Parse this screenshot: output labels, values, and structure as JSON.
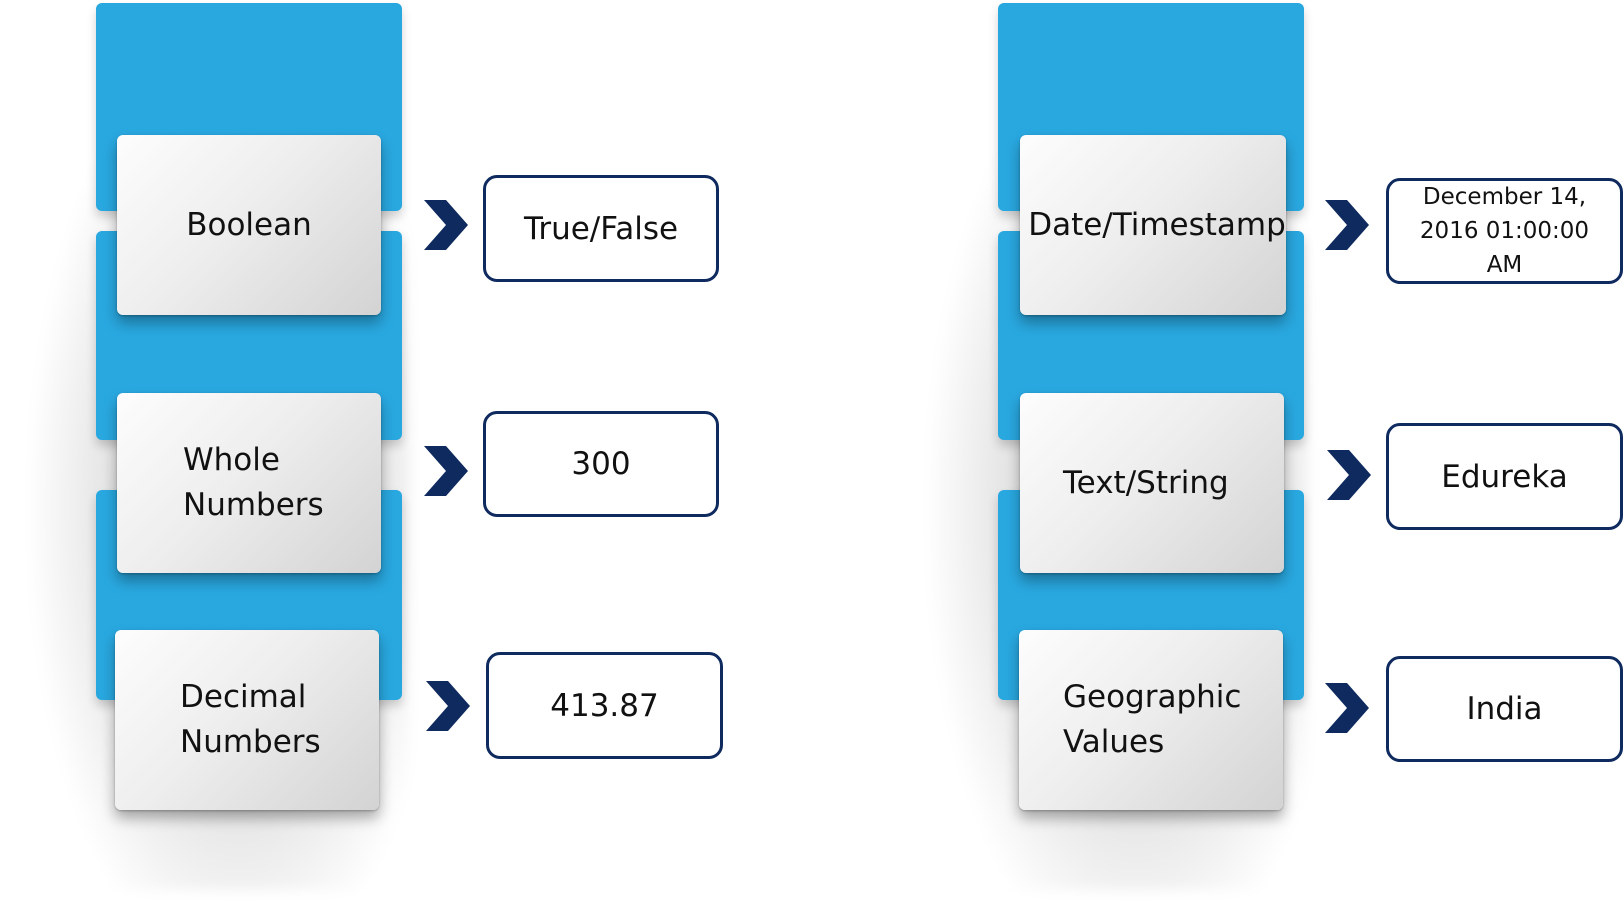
{
  "colors": {
    "tab_blue": "#29a8e0",
    "arrow_navy": "#0f2a5e",
    "box_border": "#0f2a5e"
  },
  "columns": [
    {
      "rows": [
        {
          "type": "Boolean",
          "example": "True/False",
          "arrow_icon": "chevron-right-icon"
        },
        {
          "type": "Whole\nNumbers",
          "example": "300",
          "arrow_icon": "chevron-right-icon"
        },
        {
          "type": "Decimal\nNumbers",
          "example": "413.87",
          "arrow_icon": "chevron-right-icon"
        }
      ]
    },
    {
      "rows": [
        {
          "type": "Date/Timestamp",
          "example": "December 14,\n2016 01:00:00\nAM",
          "arrow_icon": "chevron-right-icon"
        },
        {
          "type": "Text/String",
          "example": "Edureka",
          "arrow_icon": "chevron-right-icon"
        },
        {
          "type": "Geographic\nValues",
          "example": "India",
          "arrow_icon": "chevron-right-icon"
        }
      ]
    }
  ]
}
